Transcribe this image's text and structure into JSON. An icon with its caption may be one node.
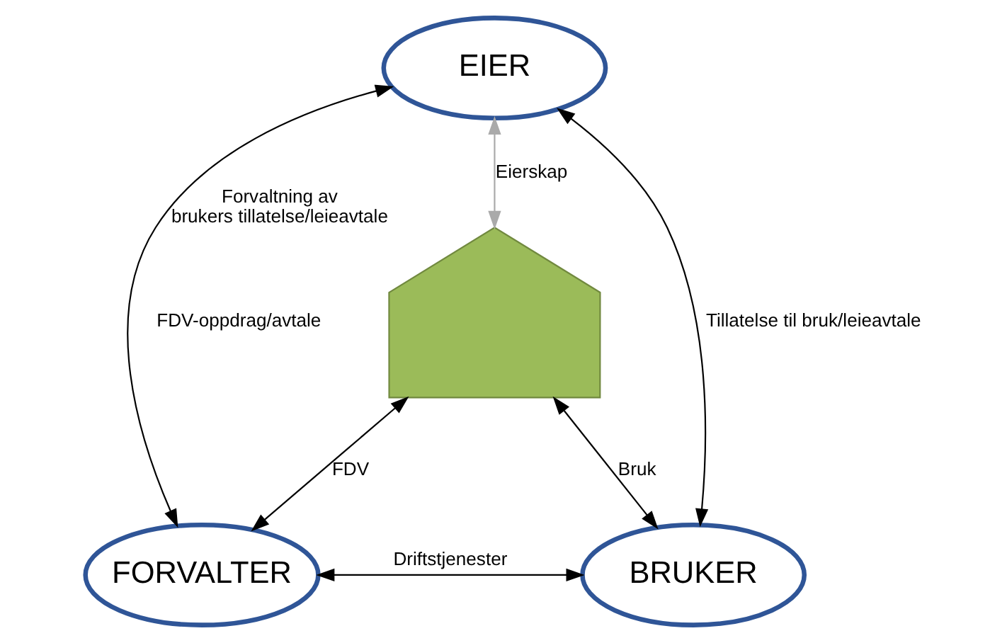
{
  "diagram": {
    "nodes": [
      {
        "text": [
          "EIER"
        ]
      },
      {
        "text": [
          "FORVALTER"
        ]
      },
      {
        "text": [
          "BRUKER"
        ]
      },
      {
        "text": [],
        "shape": "house",
        "beside": [
          "Forvaltning av brukers tillatelse/leieavtale"
        ]
      }
    ],
    "edges": [
      {
        "from": 0,
        "to": 1,
        "arrow": "both",
        "label": "FDV-oppdrag/avtale"
      },
      {
        "from": 0,
        "to": 2,
        "arrow": "both",
        "label": "Tillatelse til bruk/leieavtale"
      },
      {
        "from": 0,
        "to": 3,
        "arrow": "both",
        "label": "Eierskap",
        "color": "#aaaaaa"
      },
      {
        "from": 3,
        "to": 1,
        "arrow": "both",
        "label": "FDV"
      },
      {
        "from": 3,
        "to": 2,
        "arrow": "both",
        "label": "Bruk"
      },
      {
        "from": 1,
        "to": 2,
        "arrow": "both",
        "label": "Driftstjenester"
      }
    ]
  }
}
